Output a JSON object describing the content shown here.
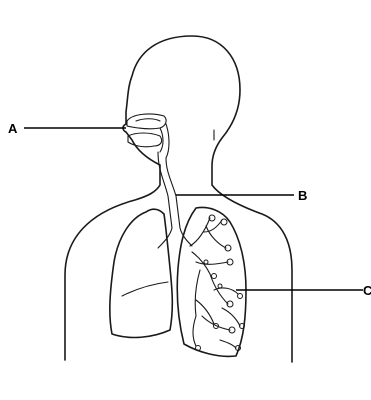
{
  "labels": {
    "a": "A",
    "b": "B",
    "c": "C"
  },
  "colors": {
    "ink": "#1a1a1a",
    "background": "#ffffff"
  }
}
